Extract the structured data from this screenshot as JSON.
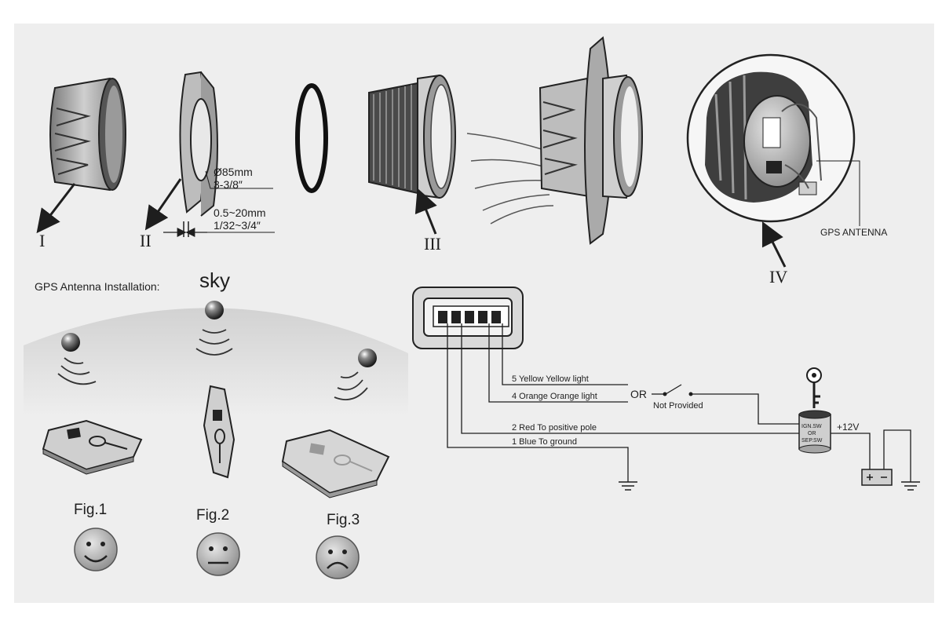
{
  "parts": {
    "label_1": "I",
    "label_2": "II",
    "label_3": "III",
    "label_4": "IV",
    "dim_diameter": "Ø85mm",
    "dim_diameter_inch": "3-3/8″",
    "dim_thickness": "0.5~20mm",
    "dim_thickness_inch": "1/32~3/4″",
    "gps_antenna": "GPS ANTENNA"
  },
  "antenna": {
    "title": "GPS  Antenna Installation:",
    "sky": "sky",
    "fig1": "Fig.1",
    "fig2": "Fig.2",
    "fig3": "Fig.3"
  },
  "wiring": {
    "w5": "5    Yellow   Yellow light",
    "w4": "4    Orange  Orange light",
    "w2": "2    Red  To positive pole",
    "w1": "1    Blue  To ground",
    "or": "OR",
    "not_provided": "Not Provided",
    "ign_line1": "IGN.SW",
    "ign_line2": "OR",
    "ign_line3": "SEP.SW",
    "plus12v": "+12V"
  },
  "colors": {
    "paper": "#eeeeee",
    "ink": "#1e1e1e",
    "sky_band": "#dcdcdc"
  }
}
